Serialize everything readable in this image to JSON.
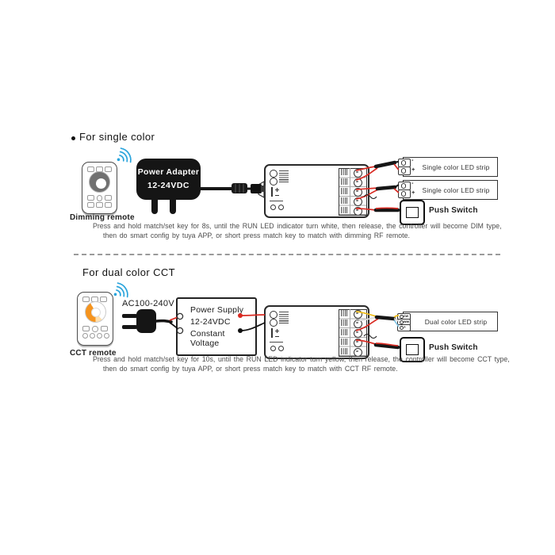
{
  "colors": {
    "wire_red": "#d92b23",
    "wire_black": "#161616",
    "wire_yellow": "#f0bd1c",
    "wire_white": "#dcdcdc",
    "wire_blue": "#86c8e8",
    "wireless_blue": "#2aa4dc",
    "cct_orange": "#f5941e"
  },
  "sections": [
    {
      "title": "For single color",
      "remote_label": "Dimming remote",
      "adapter": {
        "line1": "Power Adapter",
        "line2": "12-24VDC"
      },
      "strips": [
        {
          "label": "Single color LED strip",
          "neg": "-",
          "pos": "+"
        },
        {
          "label": "Single color LED strip",
          "neg": "-",
          "pos": "+"
        }
      ],
      "push_switch_label": "Push Switch",
      "caption": [
        "Press and hold match/set key for 8s, until the RUN LED indicator turn white, then release, the controller will become DIM type,",
        "then do  smart  config by  tuya  APP,  or  short press match key to match with dimming  RF  remote."
      ]
    },
    {
      "title": "For dual color CCT",
      "remote_label": "CCT remote",
      "ac_label": "AC100-240V",
      "supply": {
        "line1": "Power Supply",
        "line2": "12-24VDC",
        "line3": "Constant Voltage"
      },
      "strip": {
        "label": "Dual color LED strip",
        "t1": "cw",
        "t2": "ww",
        "t3": "+"
      },
      "push_switch_label": "Push Switch",
      "caption": [
        "Press and hold match/set key for 10s, until the RUN LED indicator turn yellow, then release, the controller will become CCT type,",
        "then do  smart  config by  tuya  APP,  or  short press match key to match  with CCT  RF  remote."
      ]
    }
  ]
}
